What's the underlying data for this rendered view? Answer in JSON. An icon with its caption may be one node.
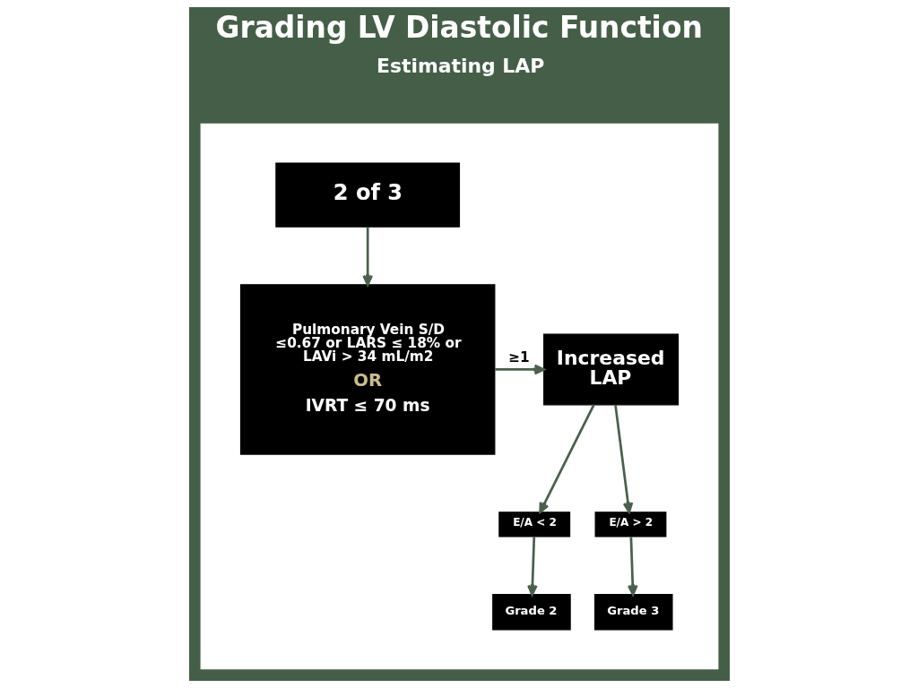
{
  "diagram": {
    "title": "Grading LV Diastolic Function",
    "nodes": [
      {
        "text": [],
        "shape": "box"
      },
      {
        "text": [
          "2 of 3"
        ],
        "in": 0
      },
      {
        "text": [
          "Pulmonary Vein S/D ≤0.67 or LARS ≤ 18% or LAVi > 34 mL/m2",
          "OR",
          "IVRT ≤ 70 ms"
        ],
        "in": 0
      },
      {
        "text": [
          "Increased LAP"
        ],
        "in": 0
      },
      {
        "text": [
          "E/A < 2"
        ],
        "in": 0
      },
      {
        "text": [
          "E/A > 2"
        ],
        "in": 0
      },
      {
        "text": [
          "Grade 2"
        ],
        "in": 0
      },
      {
        "text": [
          "Grade 3"
        ],
        "in": 0
      }
    ],
    "edges": [
      {
        "from": 1,
        "to": 2,
        "arrow": "to"
      },
      {
        "from": 2,
        "to": 3,
        "arrow": "to",
        "label": "≥1"
      },
      {
        "from": 3,
        "to": 4,
        "arrow": "to"
      },
      {
        "from": 3,
        "to": 5,
        "arrow": "to"
      },
      {
        "from": 4,
        "to": 6,
        "arrow": "to"
      },
      {
        "from": 5,
        "to": 7,
        "arrow": "to"
      }
    ],
    "labels": [
      "Estimating LAP"
    ]
  }
}
